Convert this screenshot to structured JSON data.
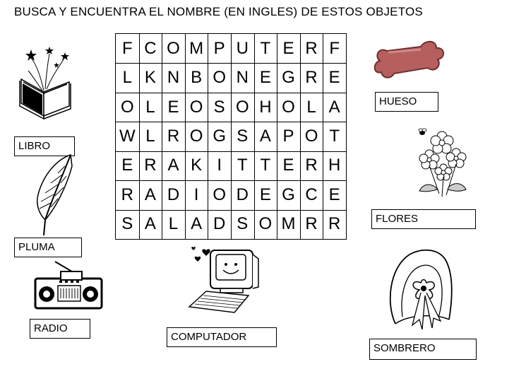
{
  "title": "BUSCA Y ENCUENTRA EL NOMBRE (EN INGLES) DE ESTOS OBJETOS",
  "grid": [
    [
      "F",
      "C",
      "O",
      "M",
      "P",
      "U",
      "T",
      "E",
      "R",
      "F"
    ],
    [
      "L",
      "K",
      "N",
      "B",
      "O",
      "N",
      "E",
      "G",
      "R",
      "E"
    ],
    [
      "O",
      "L",
      "E",
      "O",
      "S",
      "O",
      "H",
      "O",
      "L",
      "A"
    ],
    [
      "W",
      "L",
      "R",
      "O",
      "G",
      "S",
      "A",
      "P",
      "O",
      "T"
    ],
    [
      "E",
      "R",
      "A",
      "K",
      "I",
      "T",
      "T",
      "E",
      "R",
      "H"
    ],
    [
      "R",
      "A",
      "D",
      "I",
      "O",
      "D",
      "E",
      "G",
      "C",
      "E"
    ],
    [
      "S",
      "A",
      "L",
      "A",
      "D",
      "S",
      "O",
      "M",
      "R",
      "R"
    ]
  ],
  "labels": {
    "libro": "LIBRO",
    "pluma": "PLUMA",
    "radio": "RADIO",
    "computador": "COMPUTADOR",
    "hueso": "HUESO",
    "flores": "FLORES",
    "sombrero": "SOMBRERO"
  },
  "icons": [
    "book-icon",
    "feather-icon",
    "radio-icon",
    "computer-icon",
    "bone-icon",
    "flowers-icon",
    "hat-icon"
  ],
  "colors": {
    "bone": "#b5605e"
  }
}
